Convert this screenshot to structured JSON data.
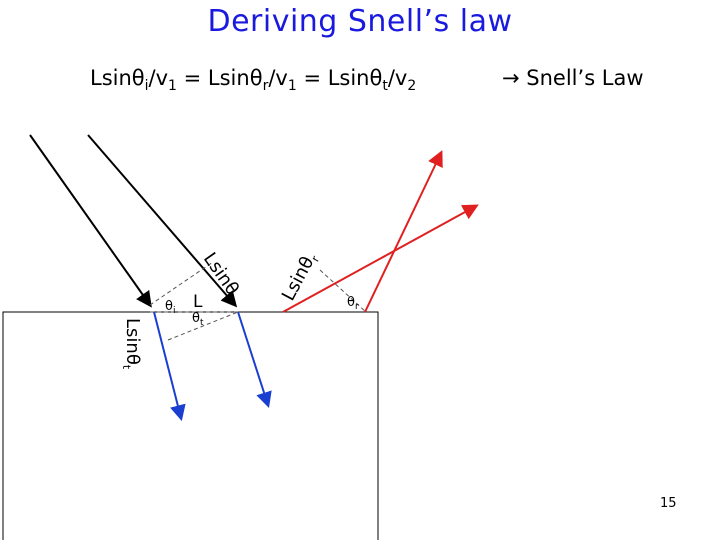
{
  "title": "Deriving Snell’s law",
  "equation": {
    "term1": {
      "base": "Lsinθ",
      "sub": "i",
      "rest": "/v",
      "rest_sub": "1"
    },
    "term2": {
      "prefix": " = Lsinθ",
      "sub": "r",
      "rest": "/v",
      "rest_sub": "1"
    },
    "term3": {
      "prefix": " = Lsinθ",
      "sub": "t",
      "rest": "/v",
      "rest_sub": "2"
    }
  },
  "law": {
    "arrow": "→",
    "text": " Snell’s Law"
  },
  "diagram": {
    "labels": {
      "lsin_incident": "Lsinθ",
      "lsin_reflected": "Lsinθ",
      "lsin_reflected_sub": "r",
      "lsin_transmitted": "Lsinθ",
      "lsin_transmitted_sub": "t",
      "theta_i": "θ",
      "theta_i_sub": "i",
      "length": "L",
      "theta_t": "θ",
      "theta_t_sub": "t",
      "theta_r": "θ",
      "theta_r_sub": "r"
    },
    "colors": {
      "incident": "#000000",
      "reflected": "#e02020",
      "transmitted": "#1a3fd0",
      "dashed": "#555555"
    }
  },
  "page_number": "15"
}
